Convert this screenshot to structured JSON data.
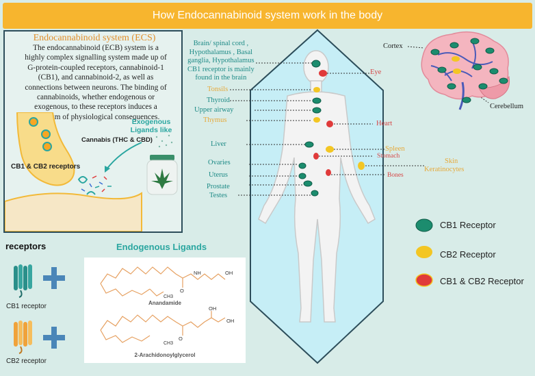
{
  "title": "How Endocannabinoid system work in the body",
  "ecs": {
    "title": "Endocannabinoid system (ECS)",
    "body_lines": [
      "The endocannabinoid (ECB) system is a",
      "highly complex signalling system made up of",
      "G-protein-coupled receptors, cannabinoid-1",
      "(CB1), and cannabinoid-2, as well as",
      "connections between neurons. The binding of",
      "cannabinoids, whether endogenous or",
      "exogenous, to these receptors induces a",
      "spectrum of physiological consequences."
    ],
    "exogenous_label": "Exogenous Ligands like",
    "cannabis_label": "Cannabis (THC & CBD)",
    "receptors_label": "CB1 & CB2 receptors"
  },
  "receptors_section": {
    "heading": "receptors",
    "cb1": "CB1 receptor",
    "cb2": "CB2 receptor"
  },
  "endogenous": {
    "heading": "Endogenous Ligands",
    "molecule1": "Anandamide",
    "molecule2": "2-Arachidonoylglycerol",
    "atoms": {
      "o": "O",
      "nh": "NH",
      "oh": "OH",
      "ch3": "CH3"
    }
  },
  "body_labels": {
    "brain": [
      "Brain/ spinal cord ,",
      "Hypothalamus , Basal",
      "ganglia, Hypothalamus",
      "CB1 receptor is mainly",
      "found in the brain"
    ],
    "eye": "Eye",
    "tonsils": "Tonsils",
    "thyroid": "Thyroid",
    "upper_airway": "Upper airway",
    "thymus": "Thymus",
    "heart": "Heart",
    "liver": "Liver",
    "spleen": "Spleen",
    "stomach": "Stomach",
    "skin": "Skin",
    "keratinocytes": "Keratinocytes",
    "ovaries": "Ovaries",
    "uterus": "Uterus",
    "bones": "Bones",
    "prostate": "Prostate",
    "testes": "Testes",
    "cortex": "Cortex",
    "cerebellum": "Cerebellum"
  },
  "legend": [
    {
      "label": "CB1 Receptor",
      "color": "#1c8c6e"
    },
    {
      "label": "CB2 Receptor",
      "color": "#f3c623"
    },
    {
      "label": "CB1 & CB2 Receptor",
      "color": "#e03a3a"
    }
  ],
  "colors": {
    "banner": "#f7b52e",
    "cb1": "#1c8c6e",
    "cb2": "#f3c623",
    "both": "#e03a3a",
    "accent_teal": "#2aa6a0",
    "orange_text": "#e6a93a",
    "red_text": "#d64545"
  }
}
